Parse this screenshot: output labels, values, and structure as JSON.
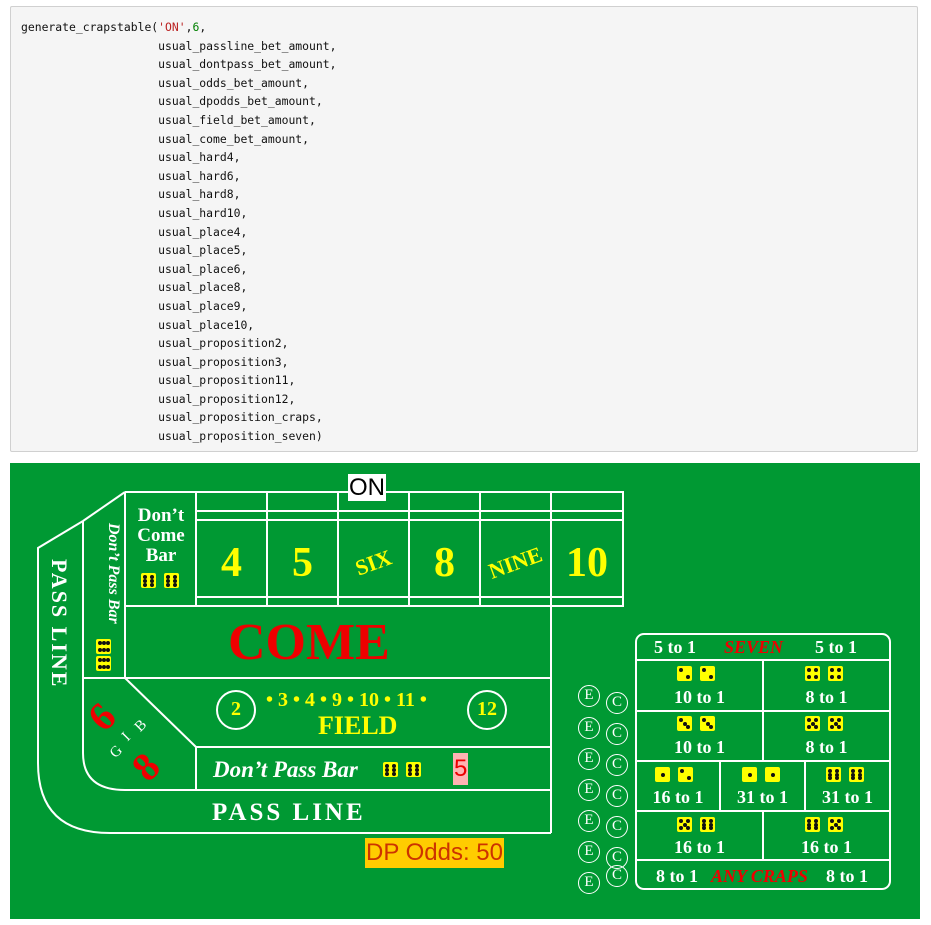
{
  "code_cell": {
    "first_line": {
      "func": "generate_crapstable(",
      "arg_str": "'ON'",
      "comma": ",",
      "arg_num": "6",
      "tail": ","
    },
    "args": [
      "usual_passline_bet_amount,",
      "usual_dontpass_bet_amount,",
      "usual_odds_bet_amount,",
      "usual_dpodds_bet_amount,",
      "usual_field_bet_amount,",
      "usual_come_bet_amount,",
      "usual_hard4,",
      "usual_hard6,",
      "usual_hard8,",
      "usual_hard10,",
      "usual_place4,",
      "usual_place5,",
      "usual_place6,",
      "usual_place8,",
      "usual_place9,",
      "usual_place10,",
      "usual_proposition2,",
      "usual_proposition3,",
      "usual_proposition11,",
      "usual_proposition12,",
      "usual_proposition_craps,",
      "usual_proposition_seven)"
    ]
  },
  "table": {
    "colors": {
      "felt": "#009933",
      "lines": "#ffffff",
      "text_yellow": "#ffff00",
      "text_red": "#ee0000",
      "odds_badge": "#ffcc00"
    },
    "puck": "ON",
    "dont_come_bar": [
      "Don’t",
      "Come",
      "Bar"
    ],
    "place_numbers": [
      "4",
      "5",
      "SIX",
      "8",
      "NINE",
      "10"
    ],
    "dont_pass_bar_vertical": "Don’t Pass Bar",
    "pass_line_vertical": "PASS LINE",
    "come": "COME",
    "field": {
      "circle_left": "2",
      "numbers": "• 3 • 4 • 9 • 10 • 11 •",
      "circle_right": "12",
      "label": "FIELD"
    },
    "big6": "6",
    "big8": "8",
    "big_letters": [
      "B",
      "I",
      "G"
    ],
    "dont_pass_bar": "Don’t Pass Bar",
    "dont_pass_bet": "5",
    "pass_line": "PASS LINE",
    "dp_odds": "DP Odds: 50",
    "proposition": {
      "seven_row": {
        "left": "5 to 1",
        "center": "SEVEN",
        "right": "5 to 1"
      },
      "hard_row1": [
        "10 to 1",
        "8 to 1"
      ],
      "hard_row2": [
        "10 to 1",
        "8 to 1"
      ],
      "three_row": [
        "16 to 1",
        "31 to 1",
        "31 to 1"
      ],
      "two_row": [
        "16 to 1",
        "16 to 1"
      ],
      "craps_row": {
        "left": "8 to 1",
        "center": "ANY CRAPS",
        "right": "8 to 1"
      }
    },
    "ec_e": "E",
    "ec_c": "C"
  }
}
